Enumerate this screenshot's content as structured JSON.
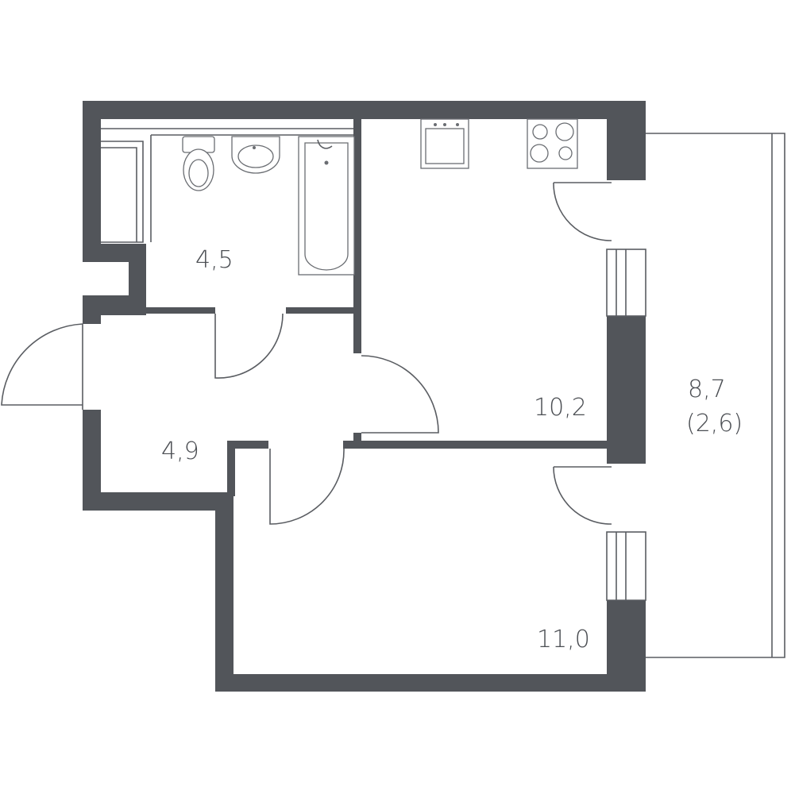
{
  "colors": {
    "wall": "#52555a",
    "line": "#5a5d62",
    "text": "#4b4e53",
    "background": "#ffffff"
  },
  "rooms": [
    {
      "id": "bathroom",
      "area": "4,5"
    },
    {
      "id": "hallway",
      "area": "4,9"
    },
    {
      "id": "kitchen",
      "area": "10,2"
    },
    {
      "id": "bedroom",
      "area": "11,0"
    },
    {
      "id": "balcony",
      "area": "8,7",
      "reduced_area": "(2,6)"
    }
  ],
  "fixtures": [
    "toilet-icon",
    "sink-icon",
    "bathtub-icon",
    "kitchen-sink-icon",
    "stove-icon"
  ]
}
